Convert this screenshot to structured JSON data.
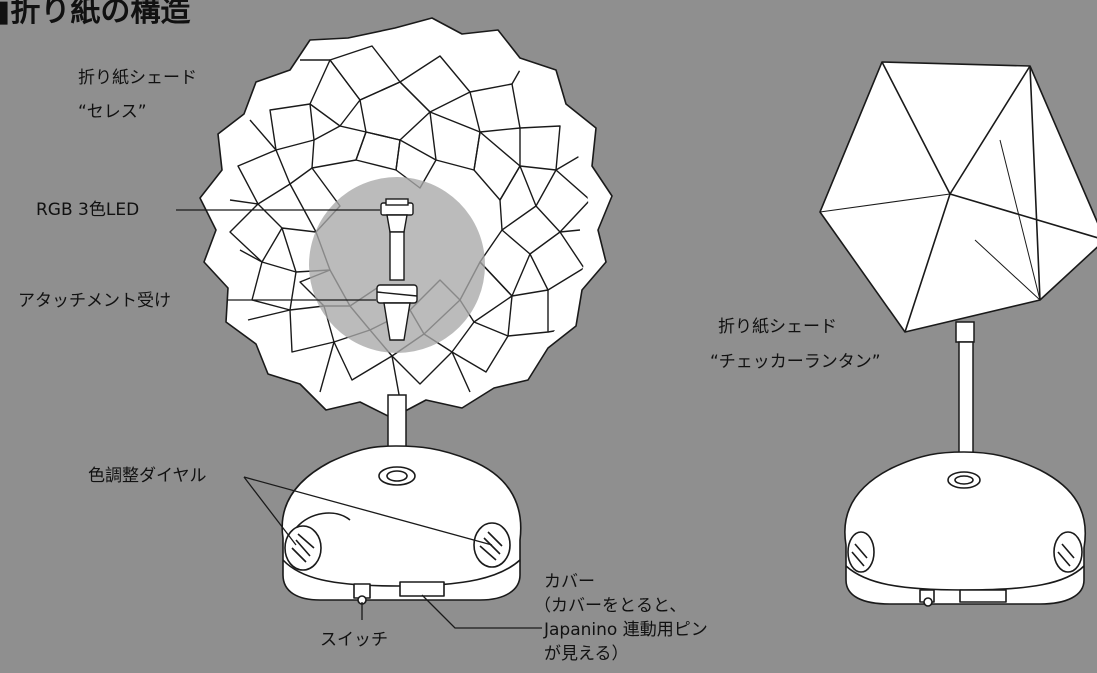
{
  "title": "■折り紙の構造",
  "labels": {
    "ceres_shade_line1": "折り紙シェード",
    "ceres_shade_line2": "“セレス”",
    "rgb_led": "RGB 3色LED",
    "attachment": "アタッチメント受け",
    "color_dial": "色調整ダイヤル",
    "switch": "スイッチ",
    "cover_line1": "カバー",
    "cover_line2": "（カバーをとると、",
    "cover_line3": "Japanino 連動用ピン",
    "cover_line4": "が見える）",
    "checker_shade_line1": "折り紙シェード",
    "checker_shade_line2": "“チェッカーランタン”"
  },
  "colors": {
    "background": "#8f8f8f",
    "paper": "#ffffff",
    "line": "#1a1a1a",
    "highlight_circle": "#a8a8a8"
  }
}
